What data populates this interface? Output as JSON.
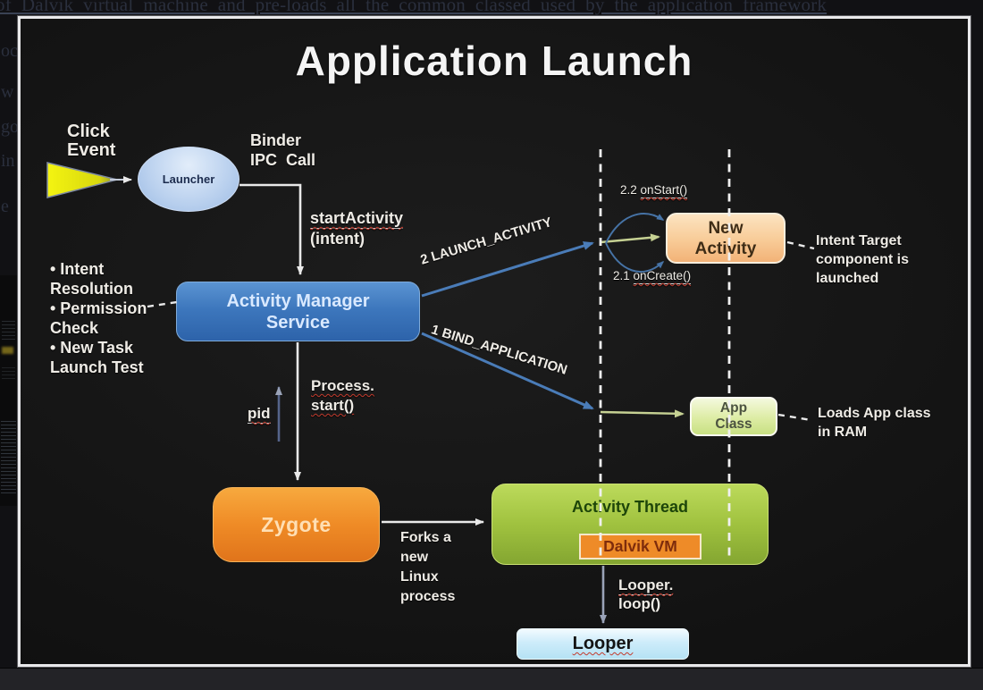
{
  "document": {
    "top_line": "of Dalvik virtual machine and pre-loads all the common classed used by the application framework",
    "edge_fragments": [
      "oc",
      "w",
      "go",
      "in",
      "e"
    ]
  },
  "slide": {
    "title": "Application Launch",
    "nodes": {
      "launcher": "Launcher",
      "activity_manager": "Activity Manager Service",
      "zygote": "Zygote",
      "activity_thread": "Activity Thread",
      "dalvik_vm": "Dalvik VM",
      "new_activity": "New Activity",
      "app_class": "App Class",
      "looper": "Looper"
    },
    "labels": {
      "click_event": "Click Event",
      "binder_ipc": [
        "Binder",
        "IPC  Call"
      ],
      "start_activity": {
        "method": "startActivity",
        "arg": "(intent)"
      },
      "bullets": [
        "• Intent Resolution",
        "• Permission Check",
        "• New Task Launch Test"
      ],
      "launch_activity": "2 LAUNCH_ACTIVITY",
      "bind_application": "1 BIND_APPLICATION",
      "on_start": {
        "num": "2.2",
        "fn": "onStart()"
      },
      "on_create": {
        "num": "2.1",
        "fn": "onCreate()"
      },
      "intent_target": "Intent Target component is launched",
      "loads_app": "Loads App class in RAM",
      "process_start": {
        "line1": "Process.",
        "line2": "start()"
      },
      "pid": "pid",
      "forks": "Forks a new Linux process",
      "looper_loop": {
        "line1": "Looper.",
        "line2": "loop()"
      }
    },
    "icons": {
      "click_arrow": "yellow right-pointing triangle"
    },
    "colors": {
      "slide_bg": "#161616",
      "title_text": "#f4f4f4",
      "ams_blue": "#3d77bd",
      "zygote_orange": "#ee8b28",
      "activity_thread_green": "#a0c23f",
      "new_activity_peach": "#f8cb97",
      "app_class_green": "#ddeca4",
      "looper_blue": "#cdecfa",
      "launcher_blue": "#b9d0ee",
      "arrow_white": "#e8e8e8",
      "arrow_blue": "#4a7cb8",
      "arrow_green": "#c6d193",
      "spellcheck_red": "#c23b2e",
      "click_yellow": "#f0f00c"
    }
  }
}
